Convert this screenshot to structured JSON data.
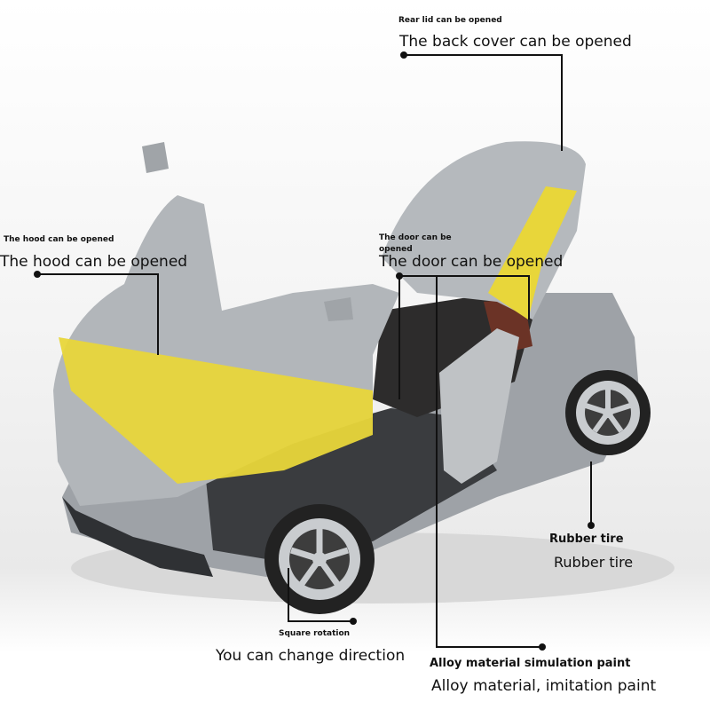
{
  "callouts": {
    "rear_lid": {
      "title": "Rear lid can be opened",
      "caption": "The back cover can be opened"
    },
    "hood": {
      "title": "The hood can be opened",
      "caption": "The hood can be opened"
    },
    "door": {
      "title": "The door can be opened",
      "caption": "The door can be opened"
    },
    "tire": {
      "title": "Rubber tire",
      "caption": "Rubber tire"
    },
    "rotation": {
      "title": "Square rotation",
      "caption": "You can change direction"
    },
    "alloy": {
      "title": "Alloy material simulation paint",
      "caption": "Alloy material, imitation paint"
    }
  },
  "colors": {
    "body": "#a9adb2",
    "stripe": "#e8d63a",
    "carbon": "#3a3c3f",
    "line": "#111111"
  }
}
